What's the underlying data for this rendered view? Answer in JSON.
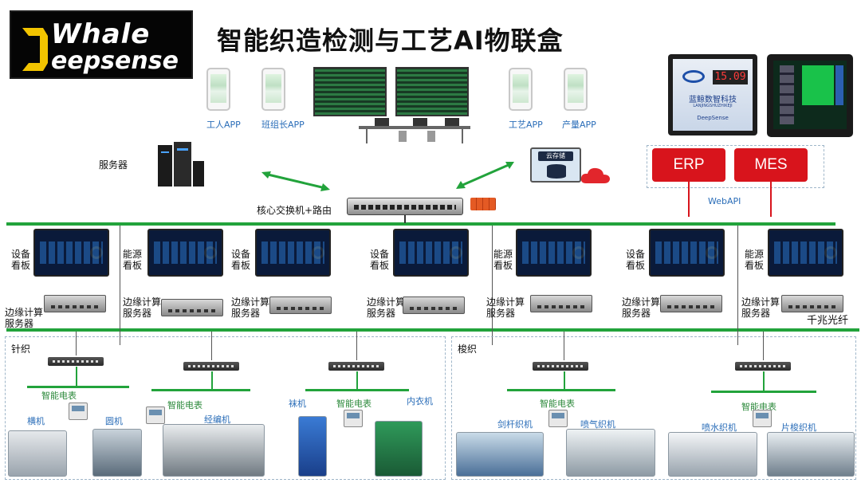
{
  "logo": {
    "line1": "Whale",
    "line2": "eepsense"
  },
  "title": "智能织造检测与工艺AI物联盒",
  "apps": [
    "工人APP",
    "班组长APP",
    "工艺APP",
    "产量APP"
  ],
  "server_label": "服务器",
  "switch_label": "核心交换机+路由",
  "cloud_label": "云存储",
  "erp": "ERP",
  "mes": "MES",
  "webapi": "WebAPI",
  "device": {
    "display": "15.09",
    "company": "蓝鲸数智科技",
    "company_pinyin": "LANJINGSHUZHIKEJI",
    "brand": "DeepSense"
  },
  "boards": [
    {
      "l1": "设备",
      "l2": "看板"
    },
    {
      "l1": "能源",
      "l2": "看板"
    },
    {
      "l1": "设备",
      "l2": "看板"
    },
    {
      "l1": "设备",
      "l2": "看板"
    },
    {
      "l1": "能源",
      "l2": "看板"
    },
    {
      "l1": "设备",
      "l2": "看板"
    },
    {
      "l1": "能源",
      "l2": "看板"
    }
  ],
  "edge": [
    {
      "l1": "边缘计算",
      "l2": "服务器"
    },
    {
      "l1": "边缘计算",
      "l2": "服务器"
    },
    {
      "l1": "边缘计算",
      "l2": "服务器"
    },
    {
      "l1": "边缘计算",
      "l2": "服务器"
    },
    {
      "l1": "边缘计算",
      "l2": "服务器"
    },
    {
      "l1": "边缘计算",
      "l2": "服务器"
    },
    {
      "l1": "边缘计算",
      "l2": "服务器"
    }
  ],
  "fiber_label": "千兆光纤",
  "sections": {
    "knit": "针织",
    "weave": "梭织"
  },
  "smart_meter": "智能电表",
  "machines": {
    "flat": "横机",
    "circular": "圆机",
    "warp": "经编机",
    "sock": "袜机",
    "underwear": "内衣机",
    "rapier": "剑杆织机",
    "airjet": "喷气织机",
    "waterjet": "喷水织机",
    "projectile": "片梭织机"
  }
}
